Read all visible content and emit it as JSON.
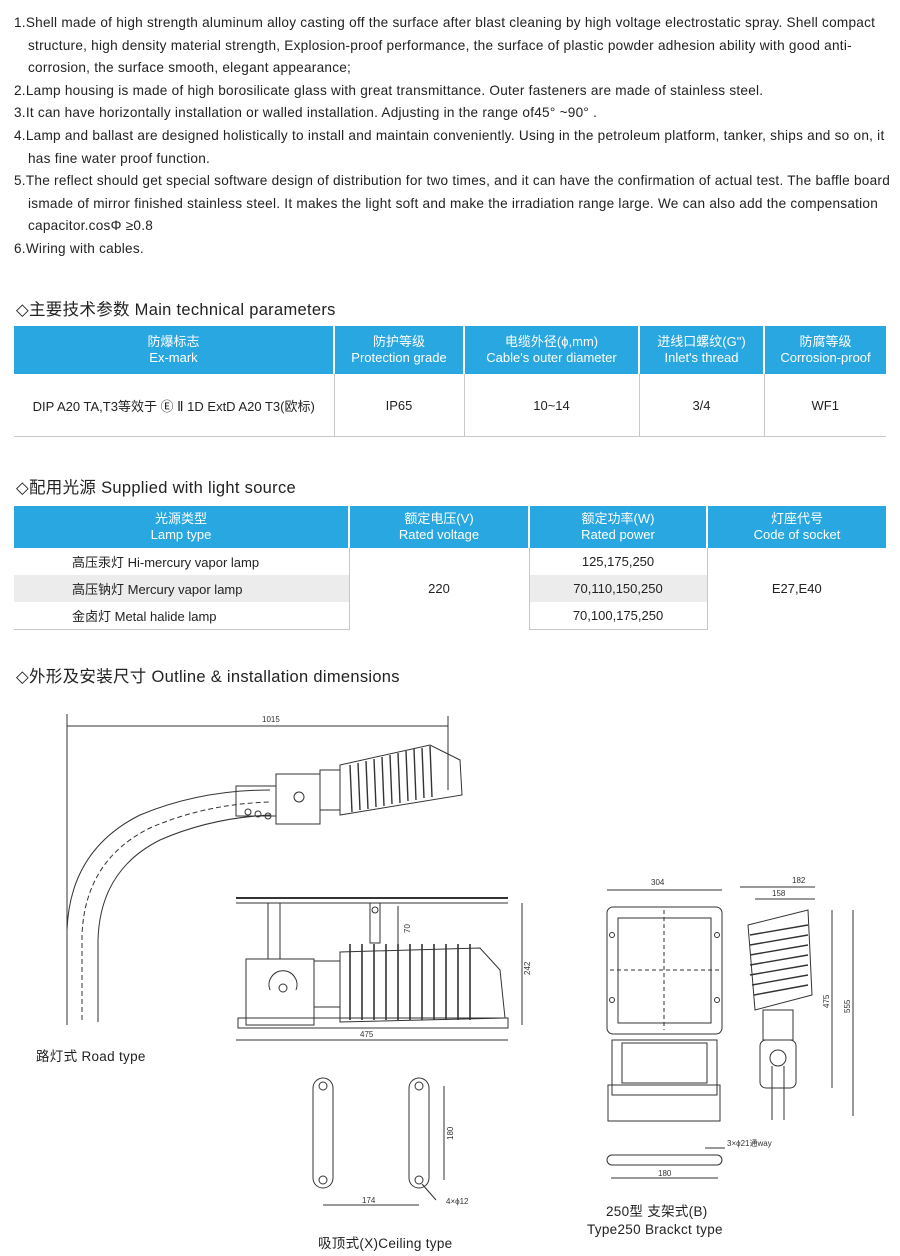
{
  "features": [
    "1.Shell made of high strength aluminum alloy casting off the surface after blast cleaning by high voltage electrostatic spray. Shell compact structure, high density material strength, Explosion-proof performance, the surface of plastic powder adhesion ability with good anti-corrosion, the surface smooth, elegant appearance;",
    "2.Lamp housing is made of high borosilicate glass with great transmittance. Outer fasteners are made of stainless steel.",
    "3.It can have horizontally installation or walled installation. Adjusting in the range of45° ~90° .",
    "4.Lamp and ballast are designed holistically to install and maintain conveniently. Using in the petroleum platform, tanker, ships and so on, it has fine water proof function.",
    "5.The reflect should get special software design of distribution for two times, and it can have the confirmation of actual test. The baffle board ismade of mirror finished stainless steel. It makes the light soft and make the irradiation range large. We can also add the compensation capacitor.cosΦ ≥0.8",
    "6.Wiring with cables."
  ],
  "params": {
    "title": "◇主要技术参数 Main technical parameters",
    "headers": [
      {
        "cn": "防爆标志",
        "en": "Ex-mark"
      },
      {
        "cn": "防护等级",
        "en": "Protection grade"
      },
      {
        "cn": "电缆外径(ϕ,mm)",
        "en": "Cable's outer diameter"
      },
      {
        "cn": "进线口螺纹(G\")",
        "en": "Inlet's thread"
      },
      {
        "cn": "防腐等级",
        "en": "Corrosion-proof"
      }
    ],
    "row": [
      "DIP A20 TA,T3等效于 Ⓔ Ⅱ 1D ExtD A20 T3(欧标)",
      "IP65",
      "10~14",
      "3/4",
      "WF1"
    ]
  },
  "light": {
    "title": "◇配用光源 Supplied with light source",
    "headers": [
      {
        "cn": "光源类型",
        "en": "Lamp type"
      },
      {
        "cn": "额定电压(V)",
        "en": "Rated voltage"
      },
      {
        "cn": "额定功率(W)",
        "en": "Rated power"
      },
      {
        "cn": "灯座代号",
        "en": "Code of socket"
      }
    ],
    "lamps": [
      "高压汞灯 Hi-mercury vapor lamp",
      "高压钠灯 Mercury vapor lamp",
      "金卤灯 Metal halide lamp"
    ],
    "voltage": "220",
    "powers": [
      "125,175,250",
      "70,110,150,250",
      "70,100,175,250"
    ],
    "socket": "E27,E40"
  },
  "outline": {
    "title": "◇外形及安装尺寸  Outline & installation dimensions",
    "captions": {
      "road": "路灯式 Road type",
      "ceiling": "吸顶式(X)Ceiling type",
      "bracket_cn": "250型 支架式(B)",
      "bracket_en": "Type250 Brackct type"
    },
    "dims": {
      "d1015": "1015",
      "d70": "70",
      "d242": "242",
      "d475": "475",
      "d180": "180",
      "d174": "174",
      "d4x12": "4×ϕ12",
      "d304": "304",
      "d182": "182",
      "d158": "158",
      "d475v": "475",
      "d555": "555",
      "d3x21": "3×ϕ21通way",
      "d180b": "180"
    }
  }
}
